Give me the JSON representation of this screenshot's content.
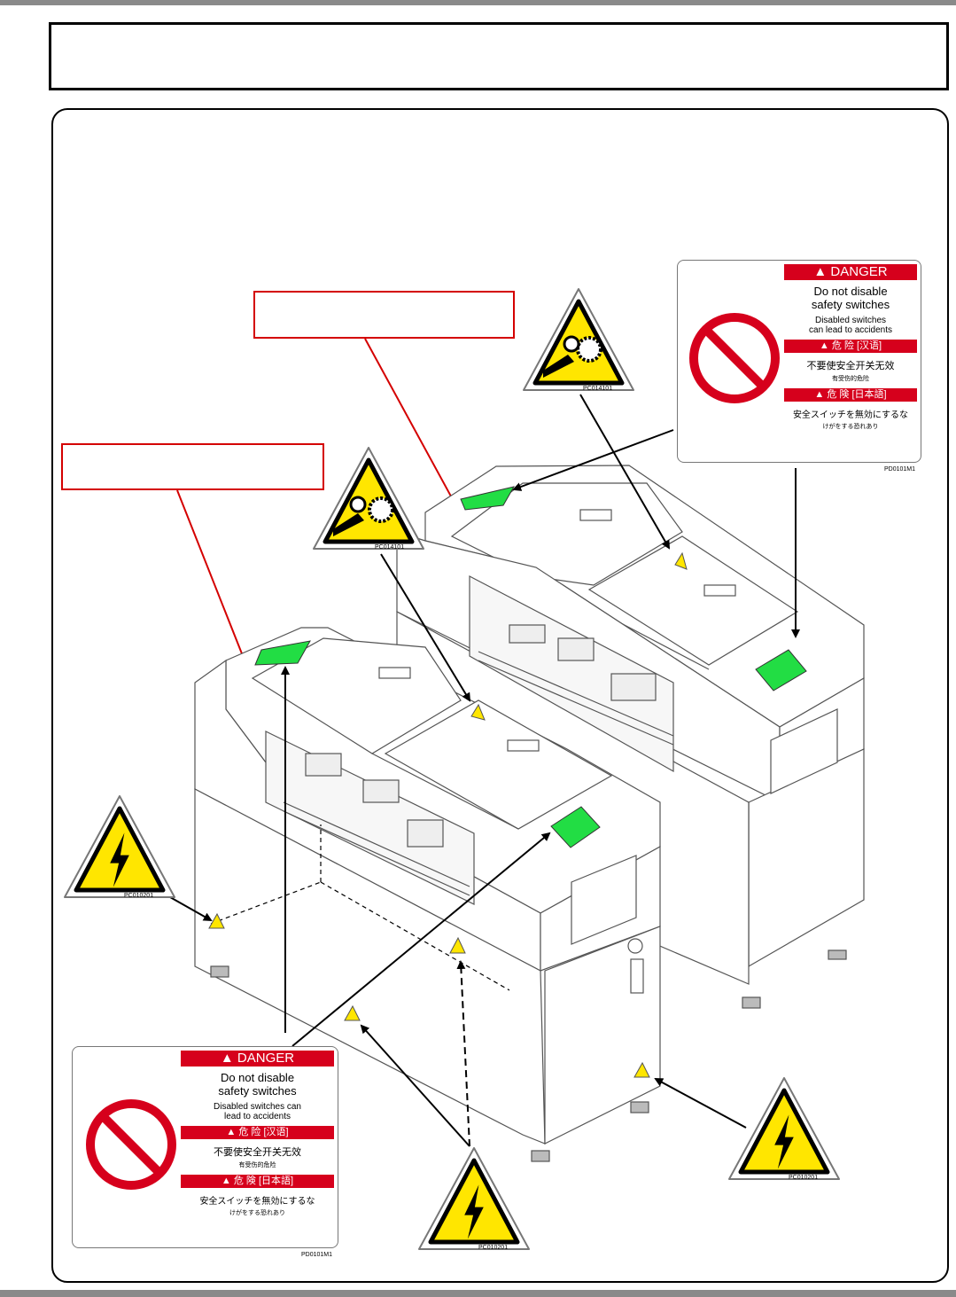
{
  "danger_label": {
    "heading_en": "▲ DANGER",
    "title_en": "Do not disable safety switches",
    "sub_en": "Disabled switches can lead to accidents",
    "heading_zh": "▲ 危 险 [汉语]",
    "title_zh": "不要使安全开关无效",
    "sub_zh": "有受伤的危险",
    "heading_ja": "▲ 危 険 [日本語]",
    "title_ja": "安全スイッチを無効にするな",
    "sub_ja": "けがをする恐れあり",
    "code": "PD0101M1"
  },
  "codes": {
    "pinch": "PC014101",
    "electric": "PC010201"
  },
  "colors": {
    "danger_red": "#d6001c",
    "warning_yellow": "#ffe600",
    "marker_green": "#22dd44",
    "callout_red": "#d40000"
  },
  "icons": [
    "prohibition-icon",
    "pinch-hazard-icon",
    "electric-shock-icon"
  ]
}
